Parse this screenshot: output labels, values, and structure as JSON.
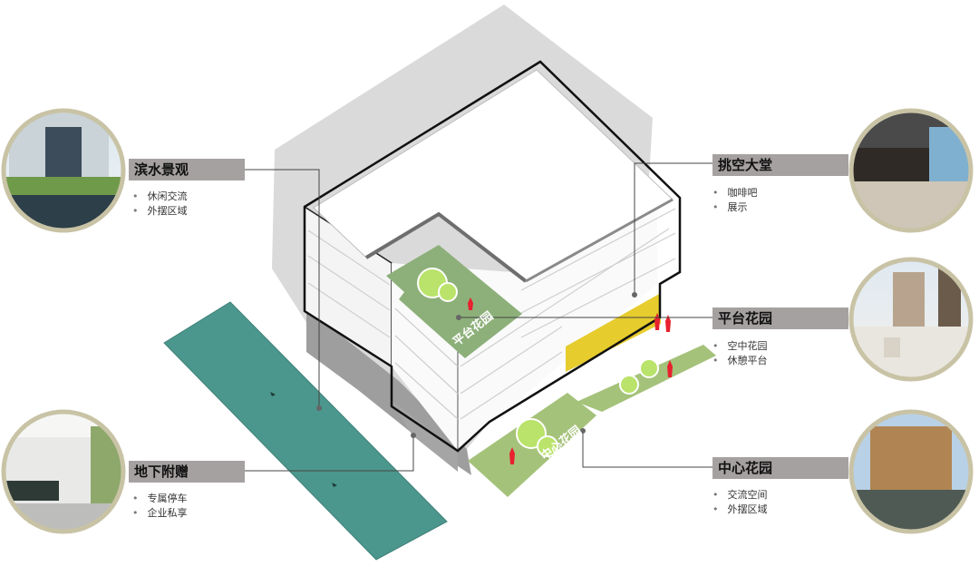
{
  "callouts": {
    "waterfront": {
      "title": "滨水景观",
      "items": [
        "休闲交流",
        "外摆区域"
      ]
    },
    "basement": {
      "title": "地下附赠",
      "items": [
        "专属停车",
        "企业私享"
      ]
    },
    "lobby": {
      "title": "挑空大堂",
      "items": [
        "咖啡吧",
        "展示"
      ]
    },
    "terrace": {
      "title": "平台花园",
      "items": [
        "空中花园",
        "休憩平台"
      ]
    },
    "center": {
      "title": "中心花园",
      "items": [
        "交流空间",
        "外摆区域"
      ]
    }
  },
  "plan_labels": {
    "terrace": "平台花园",
    "center": "中心花园"
  },
  "colors": {
    "building_white": "#ffffff",
    "shadow_grey": "#9c9c9c",
    "water_teal": "#4b978d",
    "terrace_green": "#8db07a",
    "ground_green": "#a5c27a",
    "lobby_yellow": "#e6cc2d",
    "label_grey": "#a6a1a1",
    "photo_ring": "#c9c3a6"
  }
}
